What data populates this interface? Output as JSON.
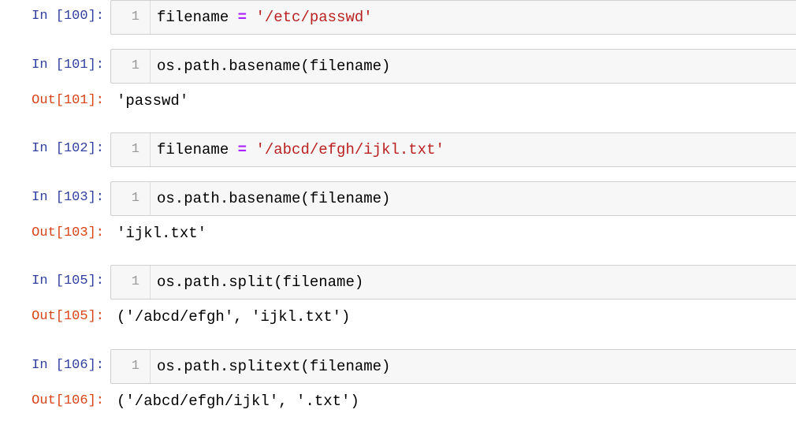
{
  "notebook": {
    "colors": {
      "in_prompt": "#303F9F",
      "out_prompt": "#D84315",
      "operator": "#AA22FF",
      "string": "#BA2121",
      "line_number": "#999999",
      "cell_background": "#f7f7f7",
      "cell_border": "#cfcfcf"
    },
    "cells": [
      {
        "in_prompt": "In [100]:",
        "line_number": "1",
        "code_parts": {
          "pre": "filename ",
          "op": "=",
          "mid": " ",
          "str": "'/etc/passwd'",
          "post": ""
        },
        "out_prompt": null,
        "output": null
      },
      {
        "in_prompt": "In [101]:",
        "line_number": "1",
        "code": "os.path.basename(filename)",
        "out_prompt": "Out[101]:",
        "output": "'passwd'"
      },
      {
        "in_prompt": "In [102]:",
        "line_number": "1",
        "code_parts": {
          "pre": "filename ",
          "op": "=",
          "mid": " ",
          "str": "'/abcd/efgh/ijkl.txt'",
          "post": ""
        },
        "out_prompt": null,
        "output": null
      },
      {
        "in_prompt": "In [103]:",
        "line_number": "1",
        "code": "os.path.basename(filename)",
        "out_prompt": "Out[103]:",
        "output": "'ijkl.txt'"
      },
      {
        "in_prompt": "In [105]:",
        "line_number": "1",
        "code": "os.path.split(filename)",
        "out_prompt": "Out[105]:",
        "output": "('/abcd/efgh', 'ijkl.txt')"
      },
      {
        "in_prompt": "In [106]:",
        "line_number": "1",
        "code": "os.path.splitext(filename)",
        "out_prompt": "Out[106]:",
        "output": "('/abcd/efgh/ijkl', '.txt')"
      }
    ]
  }
}
